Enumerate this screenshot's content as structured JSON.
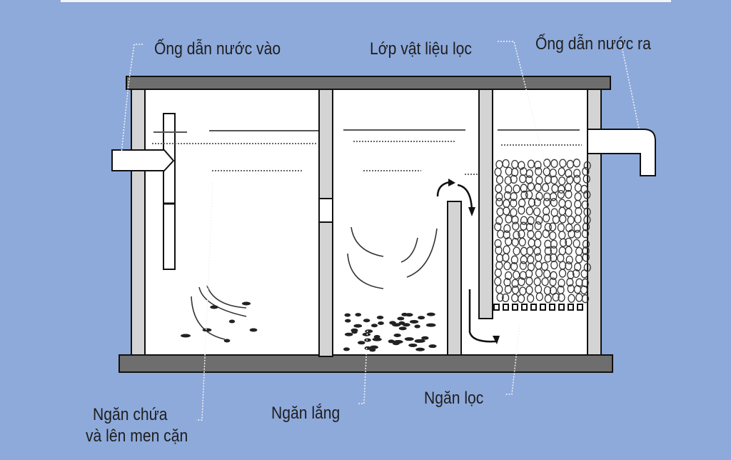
{
  "labels": {
    "inlet_pipe": "Ống dẫn nước vào",
    "filter_media": "Lớp vật liệu lọc",
    "outlet_pipe": "Ống dẫn nước ra",
    "digestion_chamber_line1": "Ngăn chứa",
    "digestion_chamber_line2": "và lên men cặn",
    "settling_chamber": "Ngăn lắng",
    "filter_chamber": "Ngăn lọc"
  },
  "colors": {
    "background": "#8eaadb",
    "concrete": "#6e6e6e",
    "wall": "#d4d4d4",
    "water": "#ffffff"
  }
}
